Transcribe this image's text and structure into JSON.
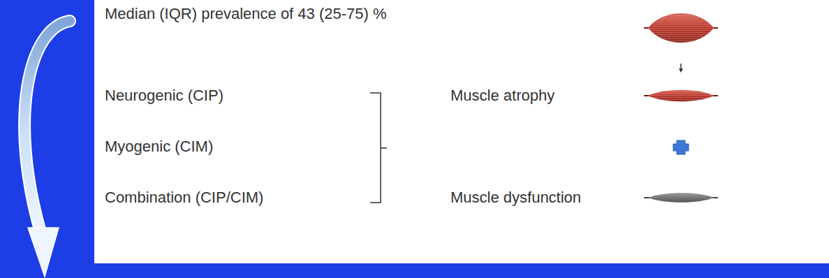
{
  "diagram": {
    "labels": [
      "Median (IQR) prevalence of 43 (25-75) %",
      "Neurogenic (CIP)",
      "Myogenic (CIM)",
      "Combination (CIP/CIM)",
      "Muscle atrophy",
      "Muscle dysfunction"
    ]
  }
}
